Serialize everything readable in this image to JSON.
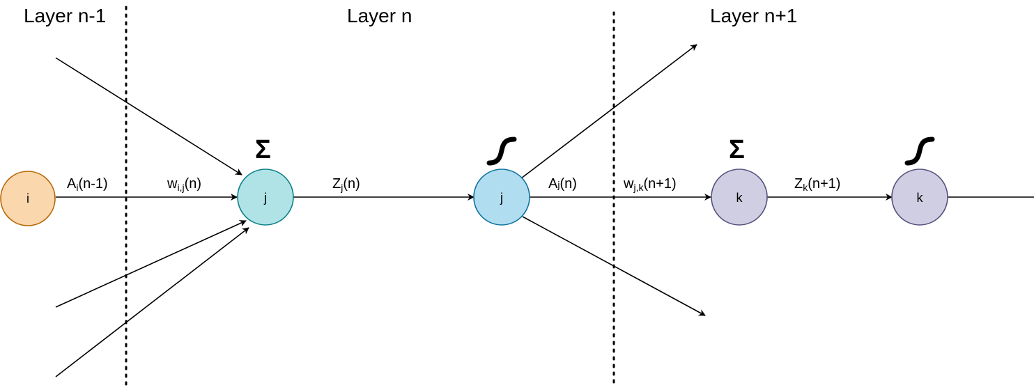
{
  "layers": {
    "prev": "Layer n-1",
    "curr": "Layer n",
    "next": "Layer n+1"
  },
  "nodes": {
    "i": {
      "label": "i",
      "fill": "#fad7ac",
      "stroke": "#b46504"
    },
    "j_sum": {
      "label": "j",
      "fill": "#b0e3e6",
      "stroke": "#0e8088"
    },
    "j_act": {
      "label": "j",
      "fill": "#b1ddf0",
      "stroke": "#10739e"
    },
    "k_sum": {
      "label": "k",
      "fill": "#d0cee2",
      "stroke": "#56517e"
    },
    "k_act": {
      "label": "k",
      "fill": "#d0cee2",
      "stroke": "#56517e"
    }
  },
  "edge_labels": {
    "a_prev": {
      "main": "A",
      "sub": "i",
      "tail": "(n-1)"
    },
    "w_ij": {
      "main": "w",
      "sub": "i,j",
      "tail": "(n)"
    },
    "z_j": {
      "main": "Z",
      "sub": "j",
      "tail": "(n)"
    },
    "a_j": {
      "main": "A",
      "sub": "j",
      "tail": "(n)"
    },
    "w_jk": {
      "main": "w",
      "sub": "j,k",
      "tail": "(n+1)"
    },
    "z_k": {
      "main": "Z",
      "sub": "k",
      "tail": "(n+1)"
    }
  },
  "symbols": {
    "sum": "Σ",
    "activation": "sigmoid-icon"
  }
}
